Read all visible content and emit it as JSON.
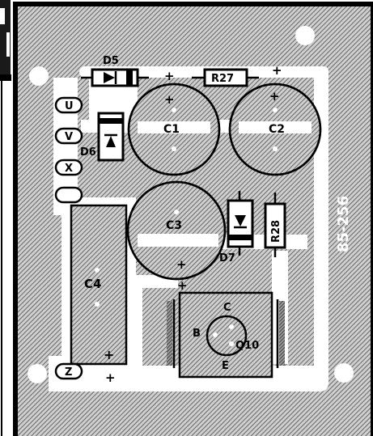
{
  "board": {
    "code": "85-256"
  },
  "terminals": [
    "U",
    "V",
    "X",
    "Z"
  ],
  "components": {
    "d5": "D5",
    "d6": "D6",
    "d7": "D7",
    "r27": "R27",
    "r28": "R28",
    "c1": "C1",
    "c2": "C2",
    "c3": "C3",
    "c4": "C4",
    "q10": "Q10"
  },
  "transistor_pins": {
    "collector": "C",
    "base": "B",
    "emitter": "E"
  },
  "polarity_marks": {
    "plus": "+"
  }
}
